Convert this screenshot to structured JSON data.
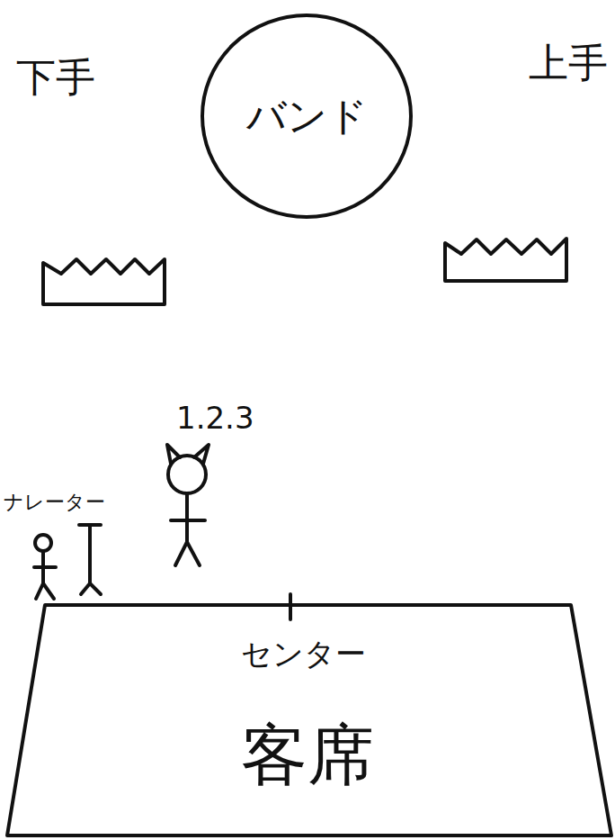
{
  "diagram": {
    "nodes": [
      {
        "text": [
          "バンド"
        ]
      },
      {
        "text": [
          "センター",
          "客席"
        ]
      }
    ],
    "labels": [
      "下手",
      "上手",
      "1.2.3",
      "ナレーター"
    ]
  }
}
